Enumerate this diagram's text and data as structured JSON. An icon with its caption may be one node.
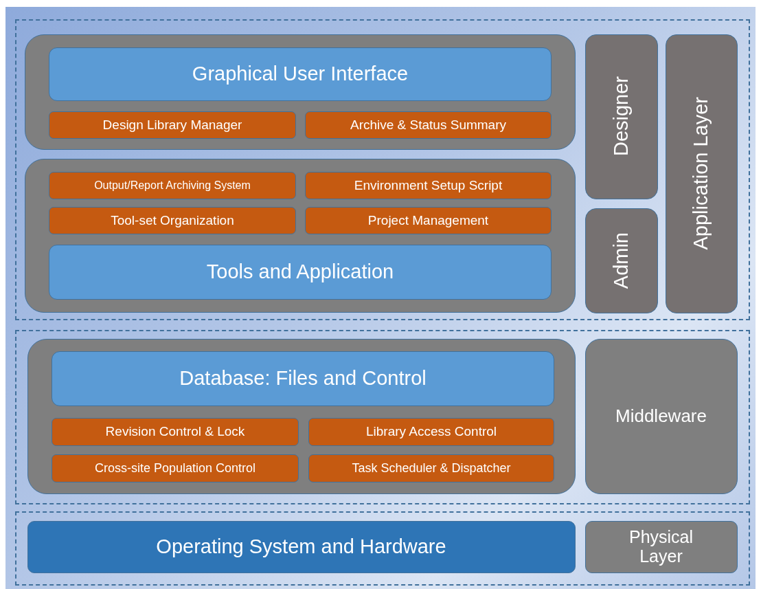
{
  "diagram": {
    "nodes": [
      {
        "text": [],
        "shape": "box"
      },
      {
        "text": [],
        "shape": "box",
        "in": 0
      },
      {
        "text": [
          "Graphical User Interface"
        ],
        "in": 1
      },
      {
        "text": [
          "Design Library Manager"
        ],
        "in": 1
      },
      {
        "text": [
          "Archive & Status Summary"
        ],
        "in": 1
      },
      {
        "text": [],
        "shape": "box",
        "in": 0
      },
      {
        "text": [
          "Output/Report Archiving System"
        ],
        "in": 5
      },
      {
        "text": [
          "Environment Setup Script"
        ],
        "in": 5
      },
      {
        "text": [
          "Tool-set Organization"
        ],
        "in": 5
      },
      {
        "text": [
          "Project Management"
        ],
        "in": 5
      },
      {
        "text": [
          "Tools and Application"
        ],
        "in": 5
      },
      {
        "text": [
          "Designer"
        ],
        "in": 0
      },
      {
        "text": [
          "Admin"
        ],
        "in": 0
      },
      {
        "text": [
          "Application Layer"
        ],
        "in": 0
      },
      {
        "text": [],
        "shape": "box"
      },
      {
        "text": [],
        "shape": "box",
        "in": 14
      },
      {
        "text": [
          "Database: Files and Control"
        ],
        "in": 15
      },
      {
        "text": [
          "Revision Control & Lock"
        ],
        "in": 15
      },
      {
        "text": [
          "Library Access Control"
        ],
        "in": 15
      },
      {
        "text": [
          "Cross-site Population Control"
        ],
        "in": 15
      },
      {
        "text": [
          "Task Scheduler & Dispatcher"
        ],
        "in": 15
      },
      {
        "text": [
          "Middleware"
        ],
        "in": 14
      },
      {
        "text": [],
        "shape": "box"
      },
      {
        "text": [
          "Operating System and Hardware"
        ],
        "in": 22
      },
      {
        "text": [
          "Physical Layer"
        ],
        "in": 22
      }
    ],
    "edges": []
  }
}
